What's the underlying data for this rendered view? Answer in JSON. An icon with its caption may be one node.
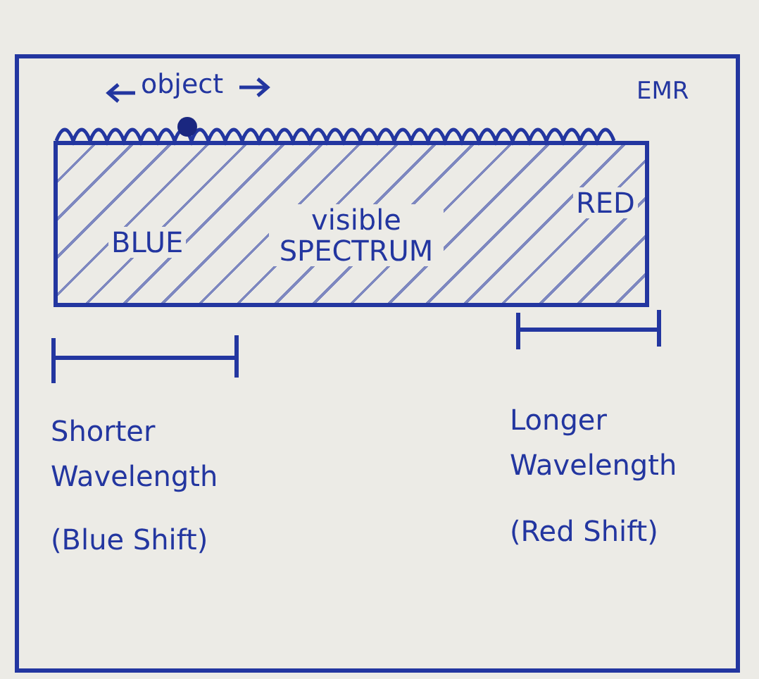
{
  "diagram": {
    "nodes": [
      {
        "text": [
          "BLUE",
          "visible SPECTRUM",
          "RED"
        ]
      }
    ],
    "labels": [
      "object",
      "EMR",
      "Shorter Wavelength",
      "(Blue Shift)",
      "Longer Wavelength",
      "(Red Shift)"
    ]
  }
}
